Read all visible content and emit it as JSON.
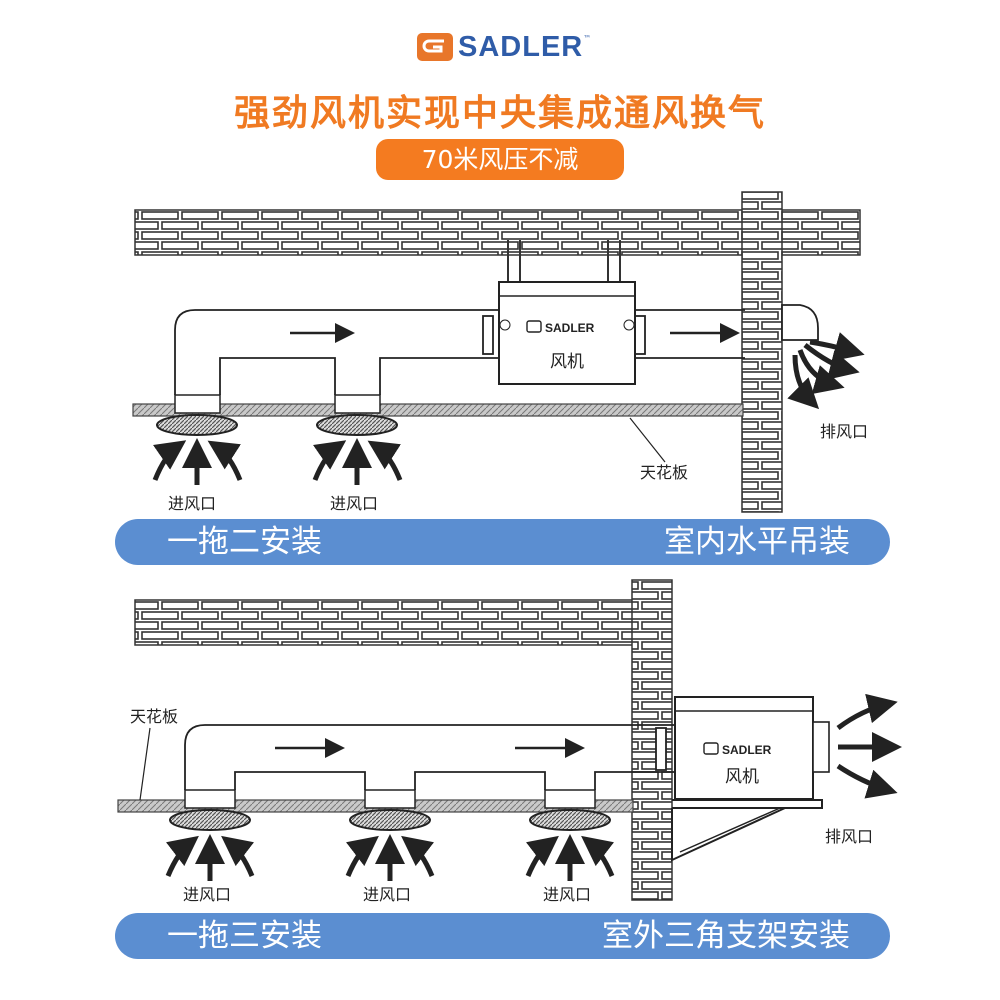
{
  "brand": {
    "name": "SADLER",
    "tm": "™"
  },
  "headline": "强劲风机实现中央集成通风换气",
  "subheadline": "70米风压不减",
  "diagram_top": {
    "unit_brand": "SADLER",
    "unit_label": "风机",
    "ceiling_label": "天花板",
    "inlet_label": "进风口",
    "outlet_label": "排风口",
    "band_left": "一拖二安装",
    "band_right": "室内水平吊装"
  },
  "diagram_bottom": {
    "unit_brand": "SADLER",
    "unit_label": "风机",
    "ceiling_label": "天花板",
    "inlet_label": "进风口",
    "outlet_label": "排风口",
    "band_left": "一拖三安装",
    "band_right": "室外三角支架安装"
  }
}
